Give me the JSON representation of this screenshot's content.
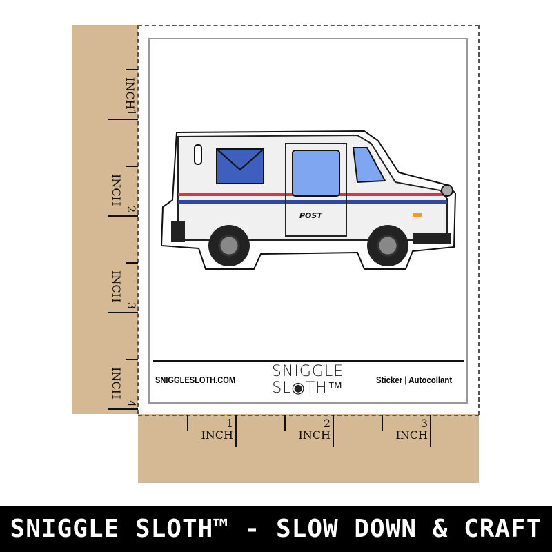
{
  "ruler_left": {
    "labels": [
      {
        "num": "1",
        "unit": "INCH"
      },
      {
        "num": "2",
        "unit": "INCH"
      },
      {
        "num": "3",
        "unit": "INCH"
      },
      {
        "num": "4",
        "unit": "INCH"
      }
    ]
  },
  "ruler_bottom": {
    "labels": [
      {
        "num": "1",
        "unit": "INCH"
      },
      {
        "num": "2",
        "unit": "INCH"
      },
      {
        "num": "3",
        "unit": "INCH"
      }
    ]
  },
  "card": {
    "website": "SNIGGLESLOTH.COM",
    "logo_line1": "SNIGGLE",
    "logo_line2": "SL◉TH™",
    "product_type": "Sticker | Autocollant",
    "van_text": "POST"
  },
  "banner": {
    "text": "SNIGGLE SLOTH™ - SLOW DOWN & CRAFT"
  },
  "colors": {
    "ruler": "#d4b994",
    "banner": "#000000",
    "envelope": "#3f5fbf",
    "window": "#7fa6f0",
    "stripe_red": "#d9363e",
    "stripe_blue": "#2c4aa0"
  }
}
